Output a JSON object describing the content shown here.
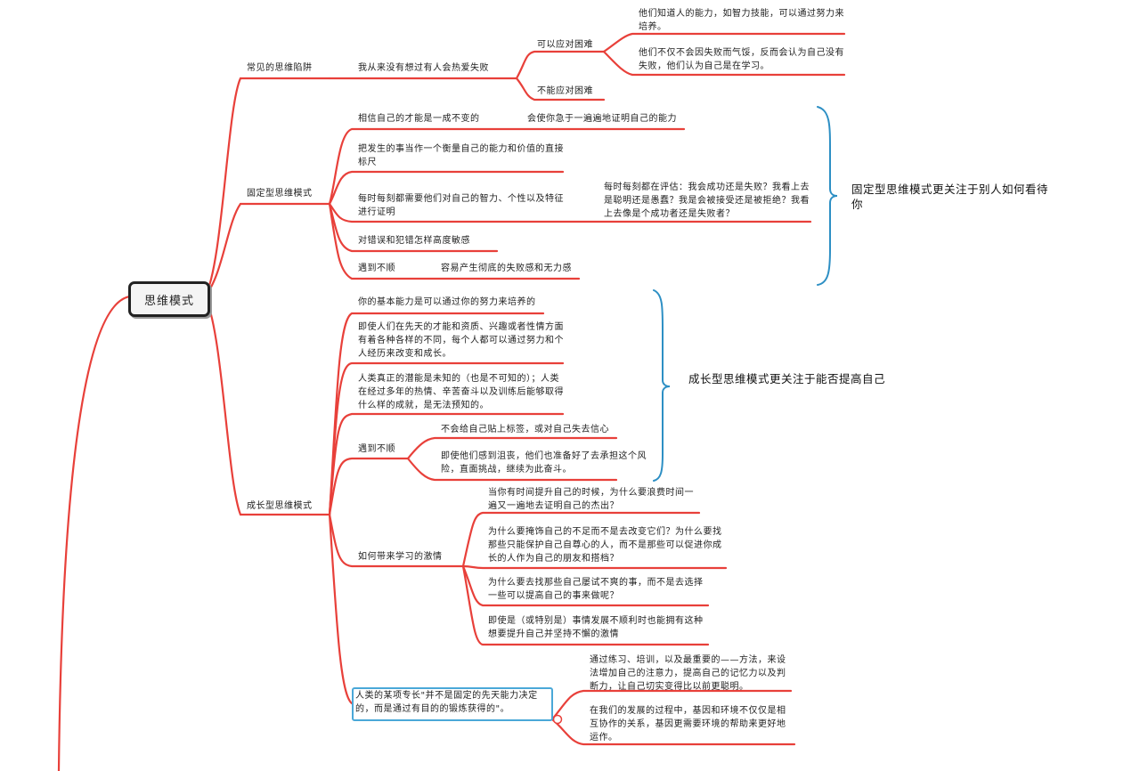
{
  "root": {
    "label": "思维模式"
  },
  "branches": {
    "traps": {
      "label": "常见的思维陷阱",
      "item": "我从来没有想过有人会热爱失败",
      "can_handle": "可以应对困难",
      "can_detail_1": "他们知道人的能力，如智力技能，可以通过努力来培养。",
      "can_detail_2": "他们不仅不会因失败而气馁，反而会认为自己没有失败，他们认为自己是在学习。",
      "cannot_handle": "不能应对困难"
    },
    "fixed": {
      "label": "固定型思维模式",
      "item1": "相信自己的才能是一成不变的",
      "item1_sub": "会使你急于一遍遍地证明自己的能力",
      "item2": "把发生的事当作一个衡量自己的能力和价值的直接标尺",
      "item3": "每时每刻都需要他们对自己的智力、个性以及特征进行证明",
      "item3_sub": "每时每刻都在评估：我会成功还是失败？我看上去是聪明还是愚蠢？我是会被接受还是被拒绝？我看上去像是个成功者还是失败者？",
      "item4": "对错误和犯错怎样高度敏感",
      "item5": "遇到不顺",
      "item5_sub": "容易产生彻底的失败感和无力感",
      "summary": "固定型思维模式更关注于别人如何看待你"
    },
    "growth": {
      "label": "成长型思维模式",
      "item1": "你的基本能力是可以通过你的努力来培养的",
      "item2": "即使人们在先天的才能和资质、兴趣或者性情方面有着各种各样的不同，每个人都可以通过努力和个人经历来改变和成长。",
      "item3": "人类真正的潜能是未知的（也是不可知的）；人类在经过多年的热情、辛苦奋斗以及训练后能够取得什么样的成就，是无法预知的。",
      "item4": "遇到不顺",
      "item4_sub1": "不会给自己贴上标签，或对自己失去信心",
      "item4_sub2": "即使他们感到沮丧，他们也准备好了去承担这个风险，直面挑战，继续为此奋斗。",
      "summary": "成长型思维模式更关注于能否提高自己",
      "passion": "如何带来学习的激情",
      "passion_sub1": "当你有时间提升自己的时候，为什么要浪费时间一遍又一遍地去证明自己的杰出？",
      "passion_sub2": "为什么要掩饰自己的不足而不是去改变它们？为什么要找那些只能保护自己自尊心的人，而不是那些可以促进你成长的人作为自己的朋友和搭档？",
      "passion_sub3": "为什么要去找那些自己屡试不爽的事，而不是去选择一些可以提高自己的事来做呢？",
      "passion_sub4": "即使是（或特别是）事情发展不顺利时也能拥有这种想要提升自己并坚持不懈的激情",
      "expertise": "人类的某项专长\"并不是固定的先天能力决定的，而是通过有目的的锻炼获得的\"。",
      "expertise_sub1": "通过练习、培训，以及最重要的——方法，来设法增加自己的注意力，提高自己的记忆力以及判断力，让自己切实变得比以前更聪明。",
      "expertise_sub2": "在我们的发展的过程中，基因和环境不仅仅是相互协作的关系，基因更需要环境的帮助来更好地运作。"
    }
  },
  "colors": {
    "branch": "#e8403a",
    "bracket": "#2d8fc4",
    "box": "#4aa8d8"
  }
}
